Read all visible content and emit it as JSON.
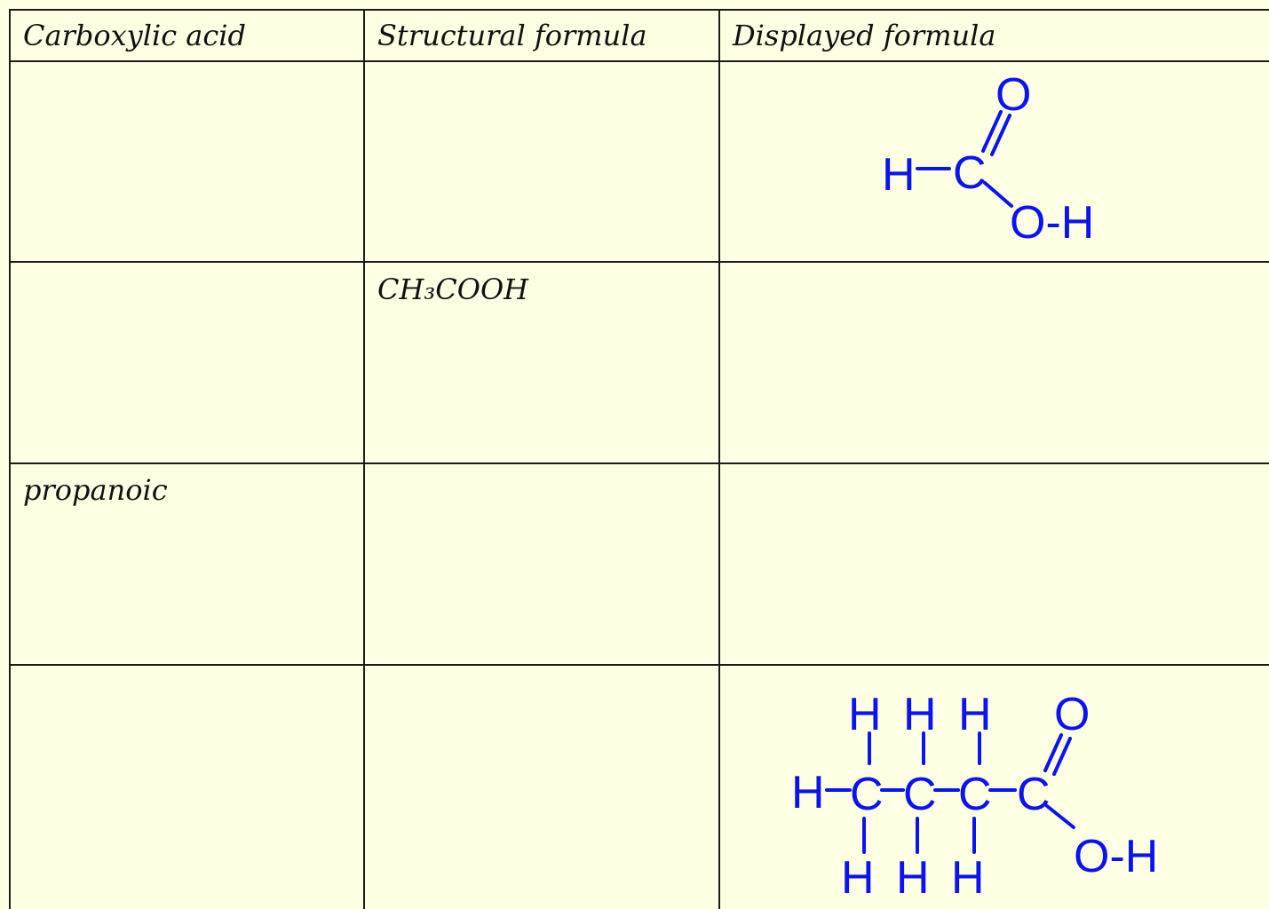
{
  "table": {
    "headers": {
      "acid": "Carboxylic acid",
      "structural": "Structural formula",
      "displayed": "Displayed formula"
    },
    "rows": [
      {
        "acid": "",
        "structural": "",
        "displayed_atoms": [
          "H",
          "C",
          "O",
          "O-H"
        ]
      },
      {
        "acid": "",
        "structural": "CH₃COOH",
        "displayed_atoms": []
      },
      {
        "acid": "propanoic",
        "structural": "",
        "displayed_atoms": []
      },
      {
        "acid": "",
        "structural": "",
        "displayed_atoms": [
          "H",
          "H",
          "H",
          "O",
          "H",
          "C",
          "C",
          "C",
          "C",
          "H",
          "H",
          "H",
          "O-H"
        ]
      }
    ]
  },
  "colors": {
    "background": "#ffffe3",
    "grid": "#1b1b1b",
    "handwriting_blue": "#0a14f0"
  }
}
